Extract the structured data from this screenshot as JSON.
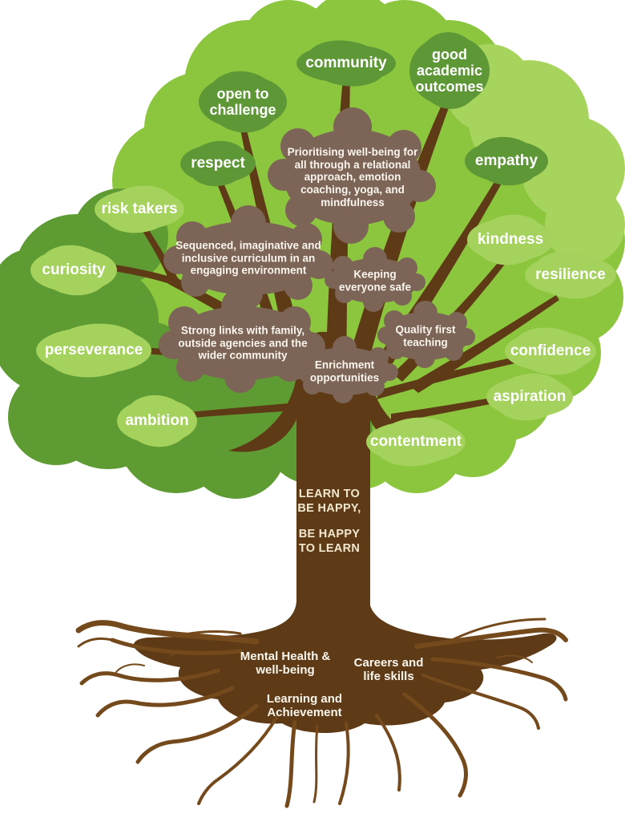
{
  "colors": {
    "canopy_light": "#8CC63F",
    "canopy_pale": "#A7D45D",
    "canopy_dark": "#5F9B33",
    "leaf_cluster_dark": "#5E9736",
    "leaf_cluster_light": "#A4D25C",
    "practice_cloud_brown": "#7C6456",
    "trunk_brown": "#5E3B16",
    "root_brown": "#744A1D",
    "leaf_label_text": "#FFFFFF",
    "trunk_label_text": "#F2E8D0"
  },
  "canopy": {
    "dark_leaf_values": [
      {
        "label": "community"
      },
      {
        "label": "good academic outcomes"
      },
      {
        "label": "open to challenge"
      },
      {
        "label": "respect"
      },
      {
        "label": "empathy"
      }
    ],
    "light_leaf_values": [
      {
        "label": "risk takers"
      },
      {
        "label": "curiosity"
      },
      {
        "label": "kindness"
      },
      {
        "label": "resilience"
      },
      {
        "label": "perseverance"
      },
      {
        "label": "confidence"
      },
      {
        "label": "aspiration"
      },
      {
        "label": "ambition"
      },
      {
        "label": "contentment"
      }
    ]
  },
  "practice_clouds": [
    {
      "label": "Prioritising well-being for all through a relational approach, emotion coaching, yoga, and mindfulness"
    },
    {
      "label": "Sequenced, imaginative and inclusive curriculum in an engaging environment"
    },
    {
      "label": "Keeping everyone safe"
    },
    {
      "label": "Strong links with family, outside agencies and the wider community"
    },
    {
      "label": "Quality first teaching"
    },
    {
      "label": "Enrichment opportunities"
    }
  ],
  "trunk": {
    "message_line1": "LEARN TO BE HAPPY,",
    "message_line2": "BE HAPPY TO LEARN"
  },
  "roots": {
    "labels": [
      {
        "label": "Mental Health & well-being"
      },
      {
        "label": "Careers and life skills"
      },
      {
        "label": "Learning and Achievement"
      }
    ]
  }
}
